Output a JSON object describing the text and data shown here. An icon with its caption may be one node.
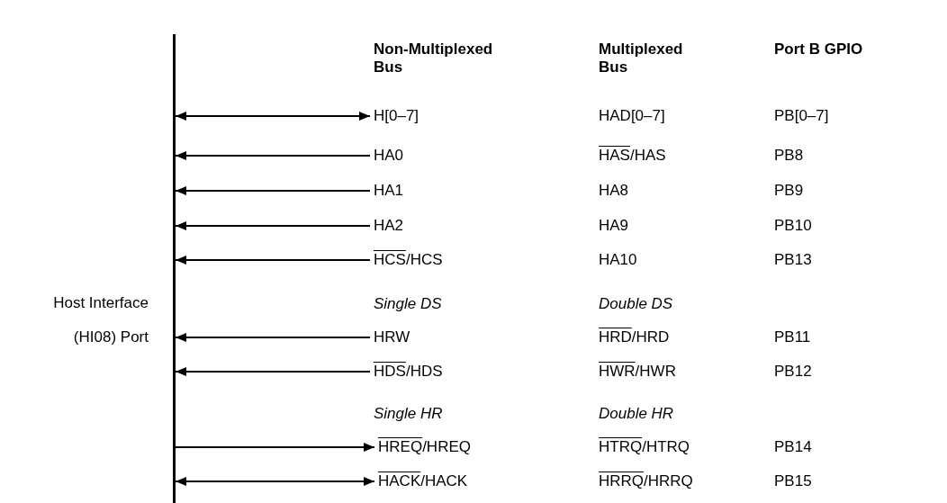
{
  "diagram": {
    "nodes": [
      {
        "text": [],
        "shape": "bar"
      },
      {
        "text": [
          "H[0–7]"
        ]
      },
      {
        "text": [
          "HA0"
        ]
      },
      {
        "text": [
          "HA1"
        ]
      },
      {
        "text": [
          "HA2"
        ]
      },
      {
        "text": [
          "HCS/HCS"
        ]
      },
      {
        "text": [
          "HRW"
        ]
      },
      {
        "text": [
          "HDS/HDS"
        ]
      },
      {
        "text": [
          "HREQ/HREQ"
        ]
      },
      {
        "text": [
          "HACK/HACK"
        ]
      }
    ],
    "edges": [
      {
        "from": 0,
        "to": 1,
        "arrow": "both"
      },
      {
        "from": 2,
        "to": 0,
        "arrow": "to"
      },
      {
        "from": 3,
        "to": 0,
        "arrow": "to"
      },
      {
        "from": 4,
        "to": 0,
        "arrow": "to"
      },
      {
        "from": 5,
        "to": 0,
        "arrow": "to"
      },
      {
        "from": 6,
        "to": 0,
        "arrow": "to"
      },
      {
        "from": 7,
        "to": 0,
        "arrow": "to"
      },
      {
        "from": 0,
        "to": 8,
        "arrow": "to"
      },
      {
        "from": 0,
        "to": 9,
        "arrow": "both"
      }
    ],
    "labels": [
      "Non-Multiplexed Bus",
      "Multiplexed Bus",
      "Port B GPIO",
      "HAD[0–7]",
      "PB[0–7]",
      "HAS/HAS",
      "PB8",
      "HA8",
      "PB9",
      "HA9",
      "PB10",
      "HA10",
      "PB13",
      "Host Interface (HI08) Port",
      "Single DS",
      "Double DS",
      "HRD/HRD",
      "PB11",
      "HWR/HWR",
      "PB12",
      "Single HR",
      "Double HR",
      "HTRQ/HTRQ",
      "PB14",
      "HRRQ/HRRQ",
      "PB15"
    ]
  }
}
